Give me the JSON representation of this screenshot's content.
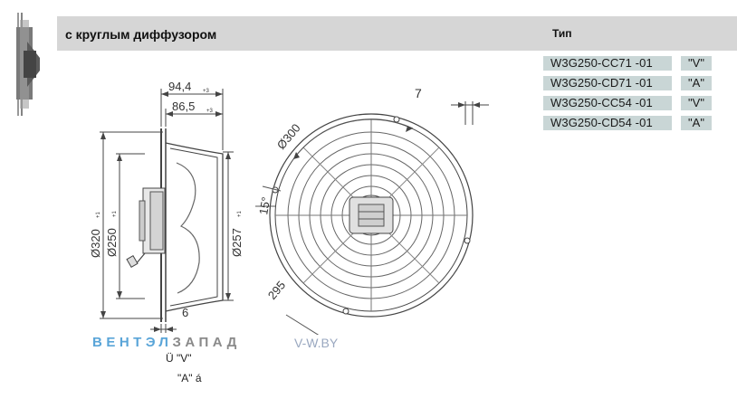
{
  "header": {
    "title": "с круглым диффузором",
    "type_label": "Тип"
  },
  "models": [
    {
      "model": "W3G250-CC71 -01",
      "variant": "\"V\""
    },
    {
      "model": "W3G250-CD71 -01",
      "variant": "\"A\""
    },
    {
      "model": "W3G250-CC54 -01",
      "variant": "\"V\""
    },
    {
      "model": "W3G250-CD54 -01",
      "variant": "\"A\""
    }
  ],
  "dimensions": {
    "d1": "94,4",
    "d1_tol": "+3",
    "d2": "86,5",
    "d2_tol": "+3",
    "d320": "Ø320",
    "d320_tol": "+1",
    "d250": "Ø250",
    "d250_tol": "+1",
    "d257": "Ø257",
    "d257_tol": "+1",
    "d_bottom": "6",
    "d_top_right": "7",
    "d_pcd": "Ø300",
    "d_angle": "15°",
    "d_295": "295"
  },
  "watermark": {
    "part1": "ВЕНТЭЛ",
    "part2": "ЗАПАД",
    "site": "V-W.BY"
  },
  "notes": {
    "line1": "Ü \"V\"",
    "line2": "\"A\" á"
  },
  "colors": {
    "header_bg": "#d6d6d6",
    "cell_bg": "#c9d6d6",
    "brand_blue": "#5aa5d8",
    "brand_grey": "#8a8a8a"
  }
}
